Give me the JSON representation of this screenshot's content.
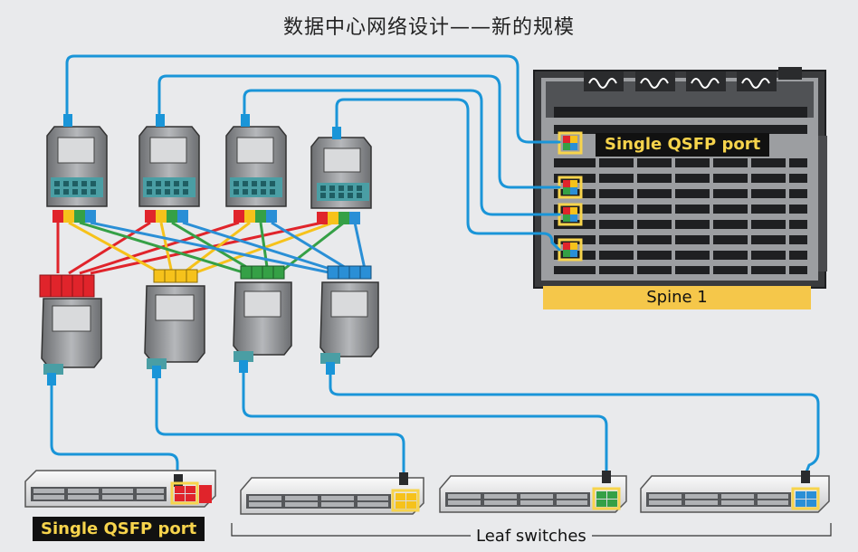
{
  "title": "数据中心网络设计——新的规模",
  "labels": {
    "spine": "Spine 1",
    "spine_port": "Single QSFP port",
    "leaf_port": "Single QSFP port",
    "leaf_switches": "Leaf switches"
  },
  "colors": {
    "background": "#e9eaec",
    "cable_blue": "#1a95d8",
    "red": "#e0242b",
    "yellow": "#f6c21b",
    "green": "#35a046",
    "blue": "#2a8fd6",
    "highlight": "#f7d44c"
  },
  "fanout": {
    "upper_module_ports": [
      "red",
      "yellow",
      "green",
      "blue"
    ],
    "lower_module_groups": [
      "red",
      "yellow",
      "green",
      "blue"
    ]
  }
}
